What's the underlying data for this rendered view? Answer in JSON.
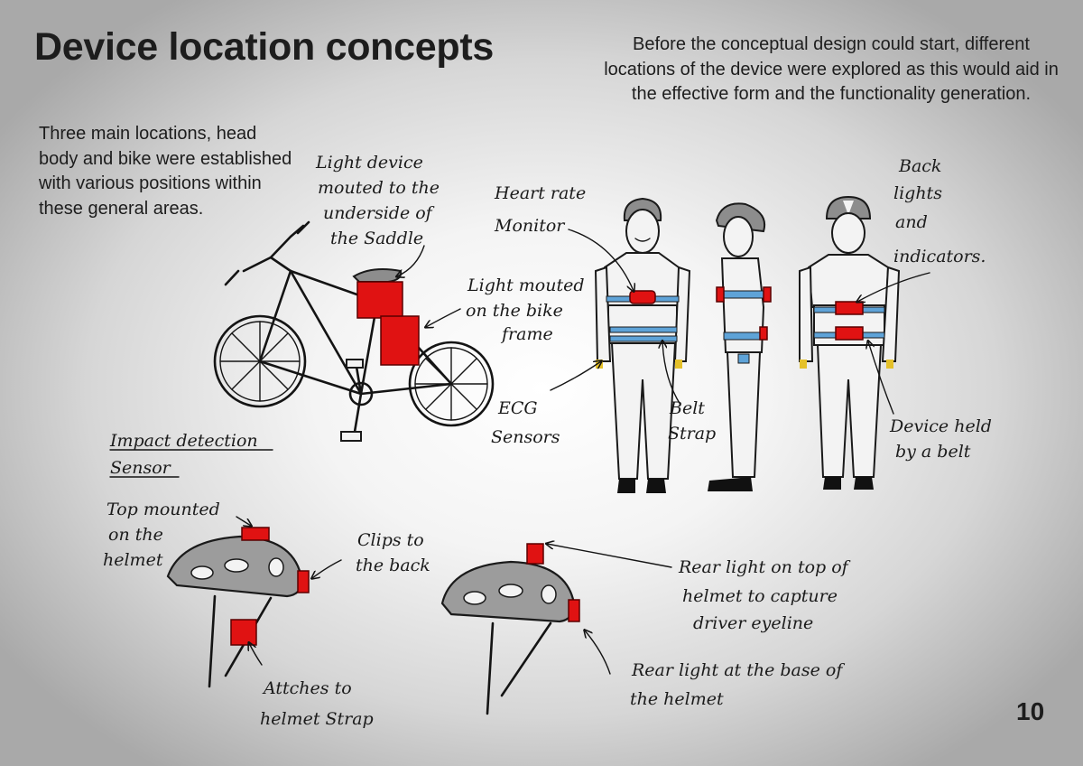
{
  "page": {
    "title": "Device location concepts",
    "intro": "Before the conceptual design could start, different locations of the device were explored as this would aid in the effective form and the functionality generation.",
    "summary": "Three main locations, head body and bike were established with various positions within these general areas.",
    "page_number": "10"
  },
  "annotations": {
    "saddle_l1": "Light device",
    "saddle_l2": "mouted to the",
    "saddle_l3": "underside of",
    "saddle_l4": "the Saddle",
    "frame_l1": "Light mouted",
    "frame_l2": "on the bike",
    "frame_l3": "frame",
    "heart_l1": "Heart rate",
    "heart_l2": "Monitor",
    "back_l1": "Back",
    "back_l2": "lights",
    "back_l3": "and",
    "back_l4": "indicators.",
    "ecg_l1": "ECG",
    "ecg_l2": "Sensors",
    "belt_l1": "Belt",
    "belt_l2": "Strap",
    "device_l1": "Device held",
    "device_l2": "by a belt",
    "impact_l1": "Impact detection",
    "impact_l2": "Sensor",
    "top_l1": "Top mounted",
    "top_l2": "on the",
    "top_l3": "helmet",
    "clips_l1": "Clips to",
    "clips_l2": "the back",
    "attach_l1": "Attches to",
    "attach_l2": "helmet Strap",
    "reartop_l1": "Rear light on top of",
    "reartop_l2": "helmet to capture",
    "reartop_l3": "driver eyeline",
    "rearbase_l1": "Rear light at the base of",
    "rearbase_l2": "the helmet"
  },
  "colors": {
    "device_red": "#e01212",
    "sensor_yellow": "#e5c12a",
    "band_blue": "#5ea3d8"
  }
}
